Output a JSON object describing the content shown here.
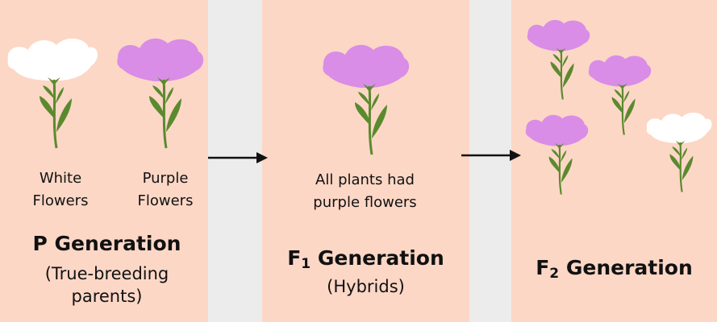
{
  "colors": {
    "panel_bg": "#fcd7c6",
    "gap_bg": "#ececec",
    "purple_flower": "#d98de6",
    "white_flower": "#ffffff",
    "stem": "#5b8a2e",
    "leaf": "#5b8a2e",
    "arrow": "#111111"
  },
  "p_generation": {
    "white_label_1": "White",
    "white_label_2": "Flowers",
    "purple_label_1": "Purple",
    "purple_label_2": "Flowers",
    "title": "P Generation",
    "subtitle_1": "(True-breeding",
    "subtitle_2": "parents)"
  },
  "f1_generation": {
    "caption_1": "All plants had",
    "caption_2": "purple flowers",
    "title_prefix": "F",
    "title_subscript": "1",
    "title_rest": " Generation",
    "subtitle": "(Hybrids)"
  },
  "f2_generation": {
    "title_prefix": "F",
    "title_subscript": "2",
    "title_rest": " Generation"
  },
  "icons": [
    "white-flower-icon",
    "purple-flower-icon",
    "arrow-right-icon"
  ]
}
